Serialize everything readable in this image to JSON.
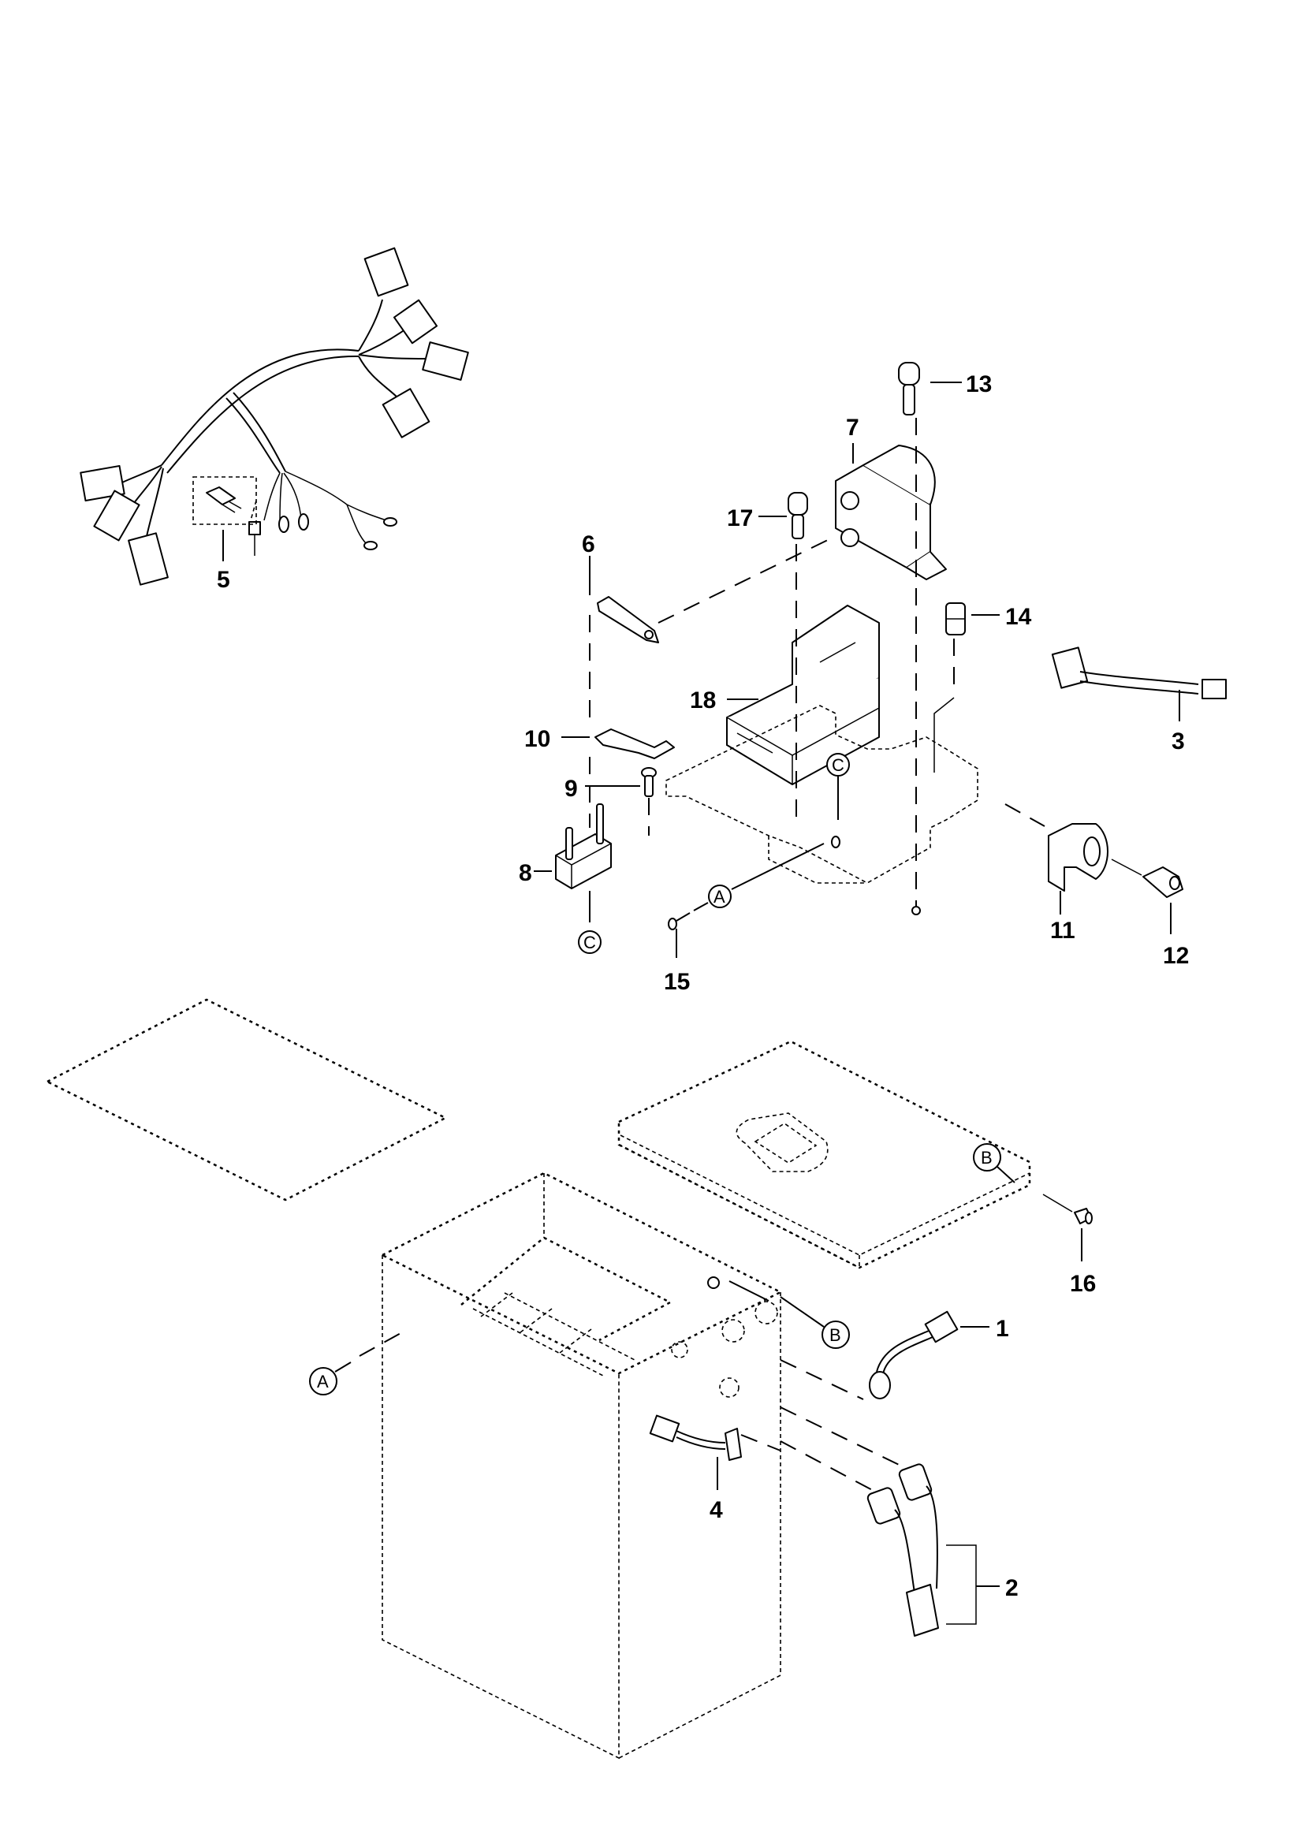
{
  "diagram": {
    "type": "exploded-parts-view",
    "subject": "battery box electrical assembly",
    "callouts": [
      {
        "id": "1",
        "label": "1",
        "part": "cable with connector and grommet"
      },
      {
        "id": "2",
        "label": "2",
        "part": "battery cable pair with connector"
      },
      {
        "id": "3",
        "label": "3",
        "part": "cable with connectors"
      },
      {
        "id": "4",
        "label": "4",
        "part": "cable with flange socket"
      },
      {
        "id": "5",
        "label": "5",
        "part": "wiring harness with jumper plug"
      },
      {
        "id": "6",
        "label": "6",
        "part": "fuse strip"
      },
      {
        "id": "7",
        "label": "7",
        "part": "contactor / solenoid"
      },
      {
        "id": "8",
        "label": "8",
        "part": "fuse holder"
      },
      {
        "id": "9",
        "label": "9",
        "part": "screw"
      },
      {
        "id": "10",
        "label": "10",
        "part": "fuse"
      },
      {
        "id": "11",
        "label": "11",
        "part": "current sensor"
      },
      {
        "id": "12",
        "label": "12",
        "part": "screw"
      },
      {
        "id": "13",
        "label": "13",
        "part": "screw"
      },
      {
        "id": "14",
        "label": "14",
        "part": "cable gland"
      },
      {
        "id": "15",
        "label": "15",
        "part": "screw"
      },
      {
        "id": "16",
        "label": "16",
        "part": "screw"
      },
      {
        "id": "17",
        "label": "17",
        "part": "screw"
      },
      {
        "id": "18",
        "label": "18",
        "part": "controller module"
      }
    ],
    "reference_markers": [
      {
        "id": "A1",
        "label": "A"
      },
      {
        "id": "A2",
        "label": "A"
      },
      {
        "id": "B1",
        "label": "B"
      },
      {
        "id": "B2",
        "label": "B"
      },
      {
        "id": "C1",
        "label": "C"
      },
      {
        "id": "C2",
        "label": "C"
      }
    ],
    "colors": {
      "line": "#000000",
      "background": "#ffffff"
    }
  }
}
